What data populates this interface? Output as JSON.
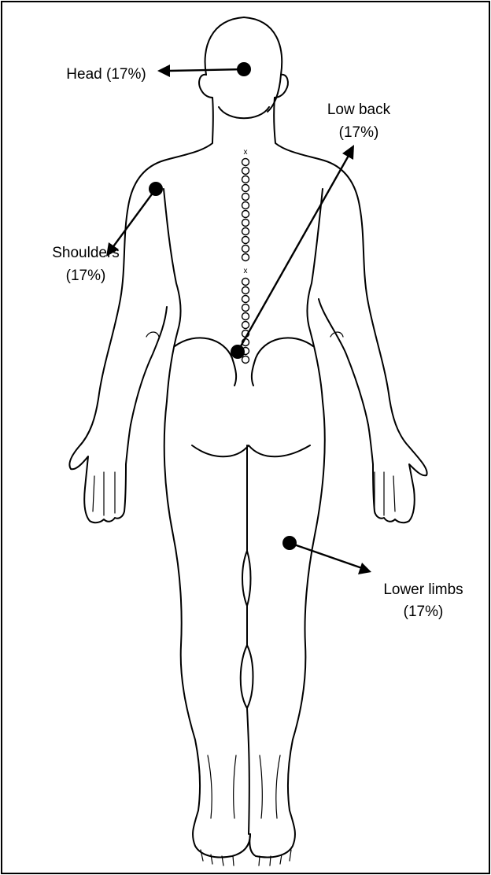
{
  "labels": {
    "head": {
      "name": "Head (17%)"
    },
    "low_back": {
      "name": "Low back",
      "percent": "(17%)"
    },
    "shoulders": {
      "name": "Shoulders",
      "percent": "(17%)"
    },
    "lower_limbs": {
      "name": "Lower limbs",
      "percent": "(17%)"
    }
  },
  "colors": {
    "line": "#000000",
    "background": "#ffffff"
  }
}
